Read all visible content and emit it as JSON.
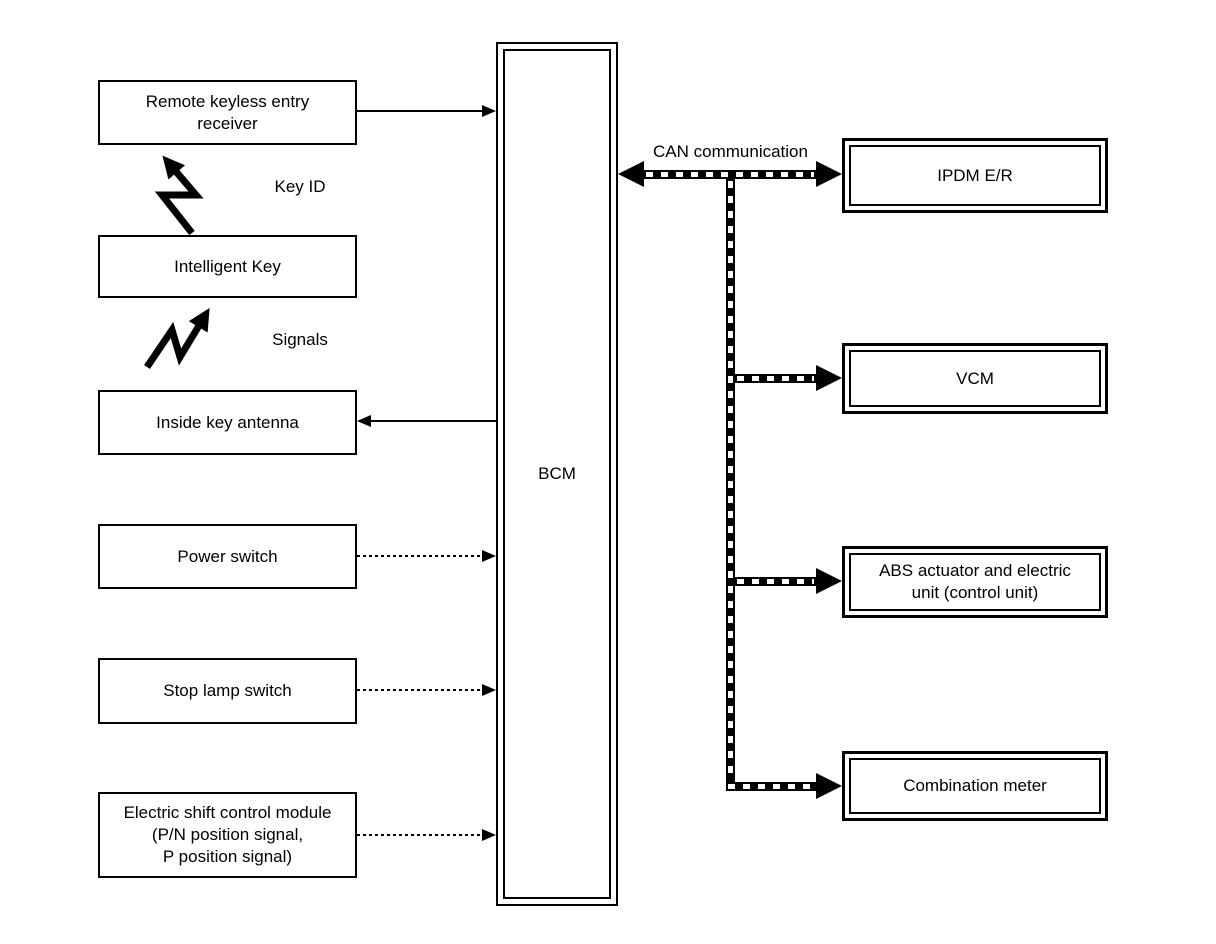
{
  "colors": {
    "line": "#000000",
    "background": "#ffffff"
  },
  "bcm": {
    "label": "BCM"
  },
  "can": {
    "label": "CAN communication"
  },
  "wireless": {
    "key_id": "Key ID",
    "signals": "Signals"
  },
  "left_nodes": [
    {
      "id": "remote-keyless-entry-receiver",
      "label": "Remote keyless entry\nreceiver"
    },
    {
      "id": "intelligent-key",
      "label": "Intelligent Key"
    },
    {
      "id": "inside-key-antenna",
      "label": "Inside key antenna"
    },
    {
      "id": "power-switch",
      "label": "Power switch"
    },
    {
      "id": "stop-lamp-switch",
      "label": "Stop lamp switch"
    },
    {
      "id": "electric-shift-control-module",
      "label": "Electric shift control module\n(P/N position signal,\nP position signal)"
    }
  ],
  "right_nodes": [
    {
      "id": "ipdm-er",
      "label": "IPDM E/R"
    },
    {
      "id": "vcm",
      "label": "VCM"
    },
    {
      "id": "abs-actuator",
      "label": "ABS actuator and electric\nunit (control unit)"
    },
    {
      "id": "combination-meter",
      "label": "Combination meter"
    }
  ],
  "connections": [
    {
      "from": "remote-keyless-entry-receiver",
      "to": "bcm",
      "style": "solid-arrow"
    },
    {
      "from": "bcm",
      "to": "inside-key-antenna",
      "style": "solid-arrow"
    },
    {
      "from": "power-switch",
      "to": "bcm",
      "style": "dotted-arrow"
    },
    {
      "from": "stop-lamp-switch",
      "to": "bcm",
      "style": "dotted-arrow"
    },
    {
      "from": "electric-shift-control-module",
      "to": "bcm",
      "style": "dotted-arrow"
    },
    {
      "from": "intelligent-key",
      "to": "remote-keyless-entry-receiver",
      "style": "wireless",
      "label": "Key ID"
    },
    {
      "from": "inside-key-antenna",
      "to": "intelligent-key",
      "style": "wireless",
      "label": "Signals"
    },
    {
      "from": "bcm",
      "to": "ipdm-er",
      "style": "can-bus",
      "label": "CAN communication",
      "bidirectional": true
    },
    {
      "from": "bcm",
      "to": "vcm",
      "style": "can-bus"
    },
    {
      "from": "bcm",
      "to": "abs-actuator",
      "style": "can-bus"
    },
    {
      "from": "bcm",
      "to": "combination-meter",
      "style": "can-bus"
    }
  ]
}
